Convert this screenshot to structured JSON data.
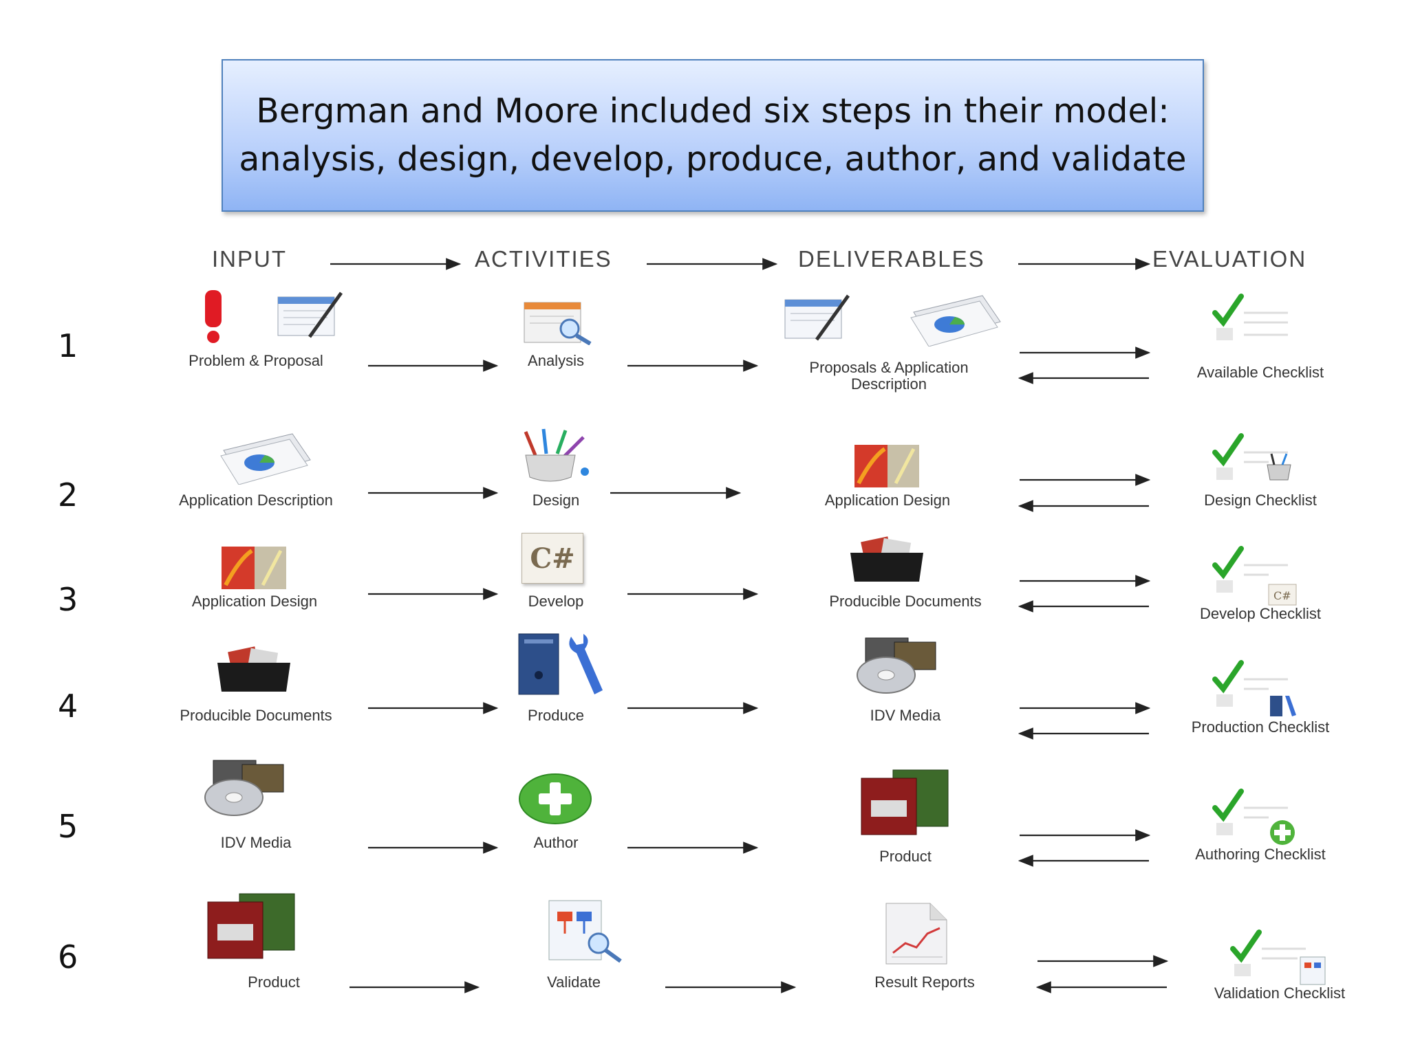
{
  "title": {
    "line1": "Bergman and Moore included six steps in their model:",
    "line2": "analysis, design, develop, produce, author, and validate"
  },
  "columns": [
    "INPUT",
    "ACTIVITIES",
    "DELIVERABLES",
    "EVALUATION"
  ],
  "rows": [
    {
      "num": "1",
      "input": "Problem & Proposal",
      "activity": "Analysis",
      "deliverable_line1": "Proposals & Application",
      "deliverable_line2": "Description",
      "evaluation": "Available Checklist"
    },
    {
      "num": "2",
      "input": "Application Description",
      "activity": "Design",
      "deliverable": "Application Design",
      "evaluation": "Design Checklist"
    },
    {
      "num": "3",
      "input": "Application Design",
      "activity": "Develop",
      "deliverable": "Producible Documents",
      "evaluation": "Develop Checklist"
    },
    {
      "num": "4",
      "input": "Producible Documents",
      "activity": "Produce",
      "deliverable": "IDV Media",
      "evaluation": "Production Checklist"
    },
    {
      "num": "5",
      "input": "IDV Media",
      "activity": "Author",
      "deliverable": "Product",
      "evaluation": "Authoring Checklist"
    },
    {
      "num": "6",
      "input": "Product",
      "activity": "Validate",
      "deliverable": "Result Reports",
      "evaluation": "Validation Checklist"
    }
  ],
  "icons": {
    "csharp_text": "C#",
    "colors": {
      "title_border": "#4f81bd",
      "check": "#2aa52a",
      "plus": "#4fb33b",
      "alert": "#e01b24"
    }
  }
}
